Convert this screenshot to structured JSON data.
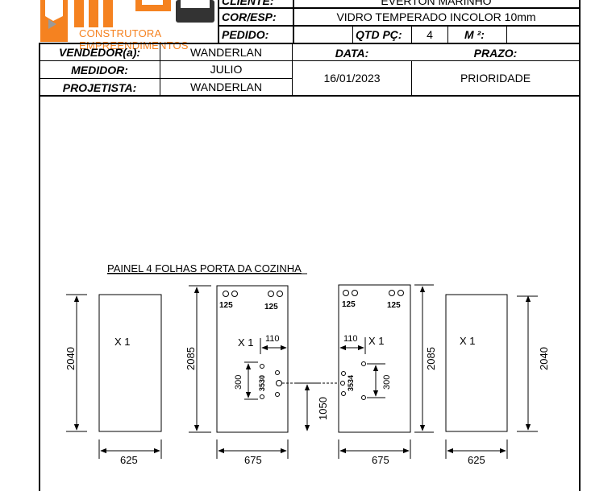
{
  "company": {
    "logo_text": "CONSTRUTORA EMPREENDIMENTOS",
    "brand_color": "#f58220"
  },
  "header": {
    "cliente_label": "CLIENTE:",
    "cliente_value": "EVERTON MARINHO",
    "cor_esp_label": "COR/ESP:",
    "cor_esp_value": "VIDRO TEMPERADO INCOLOR 10mm",
    "pedido_label": "PEDIDO:",
    "qtd_label": "QTD PÇ:",
    "qtd_value": "4",
    "m2_label": "M ²:",
    "vendedor_label": "VENDEDOR(a):",
    "vendedor_value": "WANDERLAN",
    "data_label": "DATA:",
    "prazo_label": "PRAZO:",
    "medidor_label": "MEDIDOR:",
    "medidor_value": "JULIO",
    "date_value": "16/01/2023",
    "prioridade_value": "PRIORIDADE",
    "projetista_label": "PROJETISTA:",
    "projetista_value": "WANDERLAN"
  },
  "drawing": {
    "title": "PAINEL 4 FOLHAS PORTA DA COZINHA",
    "panels": [
      {
        "height_label": "2040",
        "width_label": "625",
        "qty_label": "X 1"
      },
      {
        "height_label": "2085",
        "width_label": "675",
        "qty_label": "X 1",
        "hole_labels": [
          "125",
          "125"
        ],
        "offset_label": "110",
        "handle_height": "300",
        "handle_spacing": "3530",
        "floor_height": "1050"
      },
      {
        "height_label": "2085",
        "width_label": "675",
        "qty_label": "X 1",
        "hole_labels": [
          "125",
          "125"
        ],
        "offset_label": "110",
        "handle_height": "300",
        "handle_spacing": "3534"
      },
      {
        "height_label": "2040",
        "width_label": "625",
        "qty_label": "X 1"
      }
    ]
  }
}
